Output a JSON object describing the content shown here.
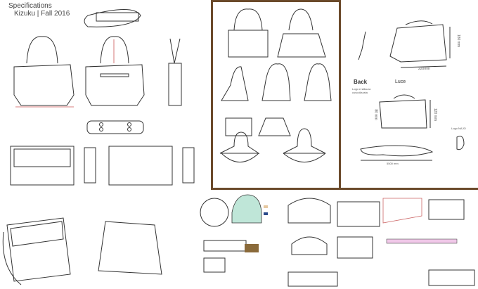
{
  "panel_kizuku": {
    "title": "Specifications",
    "subtitle": "Kizuku | Fall 2016"
  },
  "panel_luce": {
    "back_label": "Back",
    "luce_label": "Luce",
    "logo_label": "Logo e stilaura cuscolizzata",
    "logo_naj_label": "Logo NAJO",
    "width_label": "220mm",
    "height_label": "180 mm",
    "depth_label": "80 mm",
    "height2_label": "120 mm",
    "strap_label": "5500 mm"
  },
  "colors": {
    "frame": "#6b4a2b",
    "line": "#333333",
    "dimension": "#cc5555",
    "accent_pink": "#f0c8e8",
    "accent_green": "#bfe6d8"
  }
}
